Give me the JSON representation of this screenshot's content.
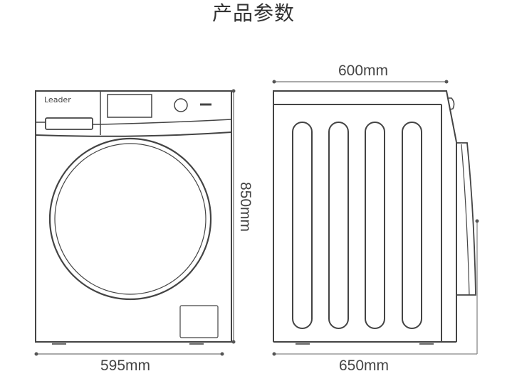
{
  "title": "产品参数",
  "front_view": {
    "brand_logo": "Leader",
    "width_label": "595mm",
    "height_label": "850mm"
  },
  "side_view": {
    "width_label": "600mm",
    "depth_label": "650mm"
  },
  "colors": {
    "line": "#444444",
    "dimension_line": "#777777",
    "foot": "#777777",
    "background": "#ffffff"
  }
}
